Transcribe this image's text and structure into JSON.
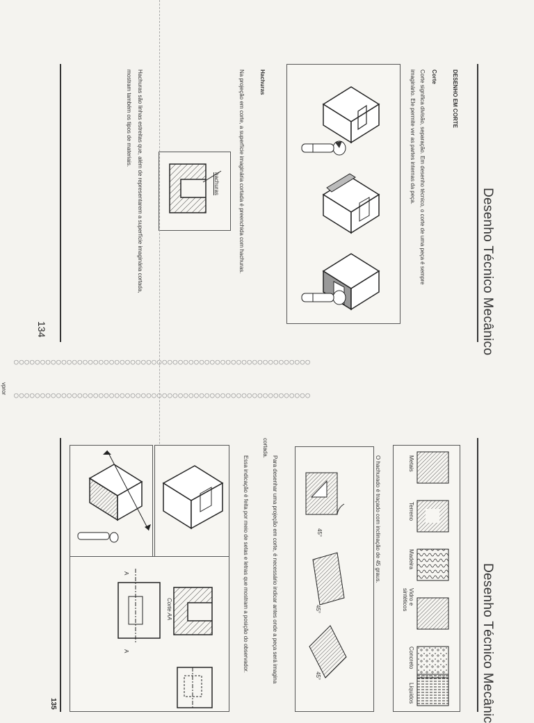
{
  "page_top": {
    "title": "Desenho Técnico Mecânico",
    "section_heading": "DESENHO EM CORTE",
    "subheading_corte": "Corte",
    "paragraph_corte_1": "Corte significa divisão, separação. Em desenho técnico, o corte de uma peça é sempre",
    "paragraph_corte_2": "imaginário. Ele permite ver as partes internas da peça.",
    "subheading_hachuras": "Hachuras",
    "paragraph_hachuras": "Na projeção em corte, a superfície imaginária cortada é preenchida com hachuras.",
    "hachuras_label": "hachuras",
    "paragraph_hachuras_2a": "Hachuras são linhas estreitas que, além de representarem a superfície imaginária cortada,",
    "paragraph_hachuras_2b": "mostram também os tipos de materiais.",
    "page_number": "134"
  },
  "page_bottom": {
    "title": "Desenho Técnico Mecânic",
    "materials": [
      "Metais",
      "Terreno",
      "Madeira",
      "Vidro e sintéticos",
      "Concreto",
      "Líquidos"
    ],
    "hatch_text": "O hachurado é traçado com inclinação de 45 graus.",
    "angle_label": "45°",
    "paragraph_indicar_1": "Para desenhar uma projeção em corte, é necessário indicar antes onde a peça será imagina",
    "paragraph_indicar_2": "cortada.",
    "paragraph_setas": "Essa indicação é feita por meio de setas e letras que mostram a posição do observador.",
    "corte_label": "Corte AA",
    "letter_a": "A",
    "page_number": "135"
  },
  "margin_mark": "vpror"
}
